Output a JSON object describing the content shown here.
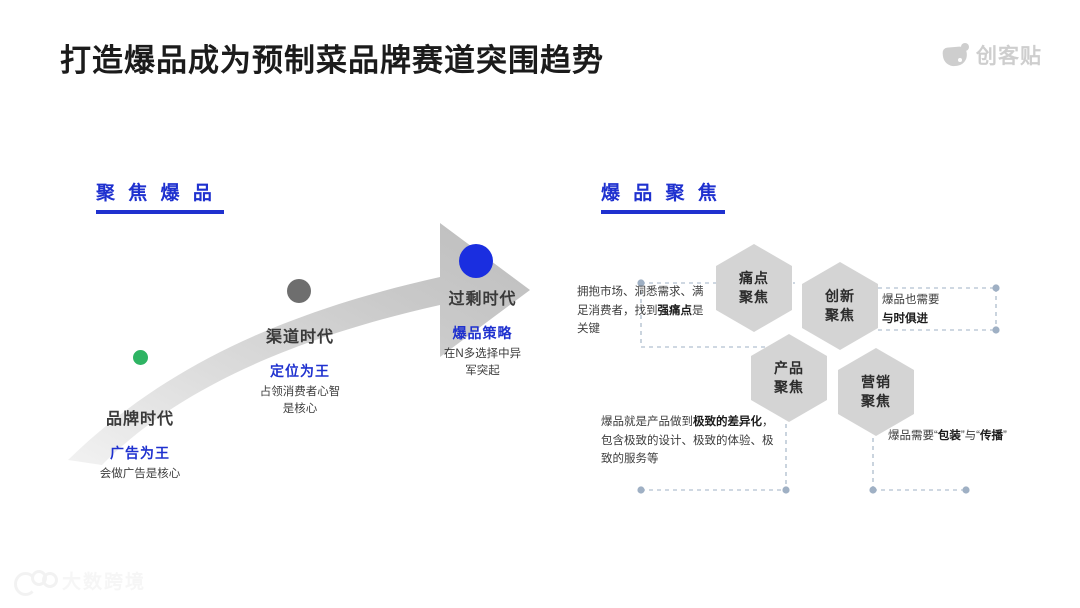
{
  "header": {
    "title": "打造爆品成为预制菜品牌赛道突围趋势",
    "logo_text": "创客贴"
  },
  "sections": {
    "left_heading": "聚 焦 爆 品",
    "right_heading": "爆 品 聚 焦"
  },
  "timeline": {
    "stages": [
      {
        "era": "品牌时代",
        "key": "广告为王",
        "desc": "会做广告是核心",
        "dot_color": "#2eb463"
      },
      {
        "era": "渠道时代",
        "key": "定位为王",
        "desc": "占领消费者心智\n是核心",
        "desc_line1": "占领消费者心智",
        "desc_line2": "是核心",
        "dot_color": "#6e6e6e"
      },
      {
        "era": "过剩时代",
        "key": "爆品策略",
        "desc_line1": "在N多选择中异",
        "desc_line2": "军突起",
        "dot_color": "#1a2ee0"
      }
    ]
  },
  "hexagons": [
    {
      "line1": "痛点",
      "line2": "聚焦"
    },
    {
      "line1": "创新",
      "line2": "聚焦"
    },
    {
      "line1": "产品",
      "line2": "聚焦"
    },
    {
      "line1": "营销",
      "line2": "聚焦"
    }
  ],
  "notes": {
    "pain_point": {
      "plain_a": "拥抱市场、洞悉需求、满足消费者，找到",
      "bold": "强痛点",
      "plain_b": "是关键"
    },
    "innovation": {
      "plain_a": "爆品也需要",
      "bold": "与时俱进"
    },
    "product": {
      "plain_a": "爆品就是产品做到",
      "bold": "极致的差异化",
      "plain_b": "，包含极致的设计、极致的体验、极致的服务等"
    },
    "marketing": {
      "plain_a": "爆品需要“",
      "bold": "包装",
      "plain_b": "”与“",
      "bold2": "传播",
      "plain_c": "”"
    }
  },
  "colors": {
    "accent_blue": "#1f31cf",
    "hex_gray": "#d4d4d4",
    "arrow_gray": "#cfcfcf",
    "connector": "#9fb0c4"
  },
  "watermark": {
    "text": "大数跨境"
  }
}
